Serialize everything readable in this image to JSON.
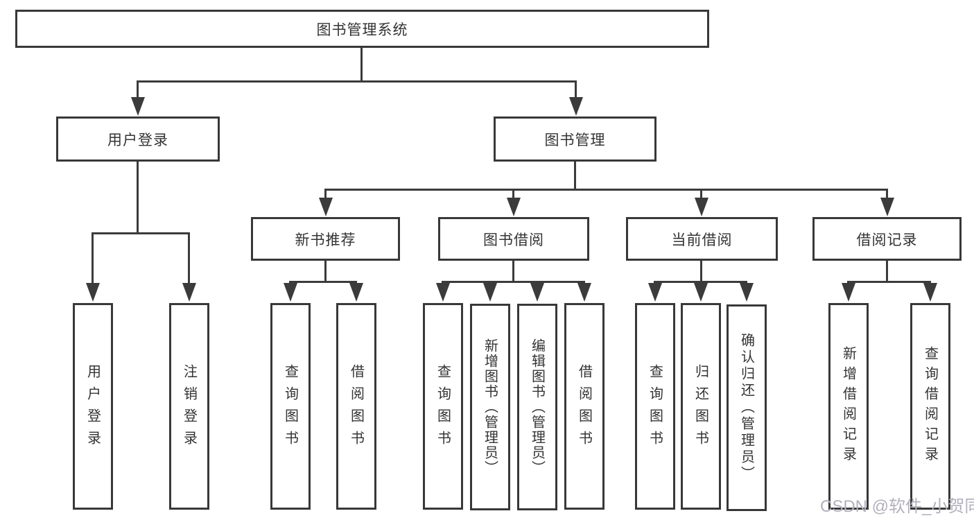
{
  "tree": {
    "root": "图书管理系统",
    "branches": [
      {
        "label": "用户登录",
        "children": [
          {
            "label": "用户登录"
          },
          {
            "label": "注销登录"
          }
        ]
      },
      {
        "label": "图书管理",
        "children": [
          {
            "label": "新书推荐",
            "children": [
              {
                "label": "查询图书"
              },
              {
                "label": "借阅图书"
              }
            ]
          },
          {
            "label": "图书借阅",
            "children": [
              {
                "label": "查询图书"
              },
              {
                "label": "新增图书（管理员）"
              },
              {
                "label": "编辑图书（管理员）"
              },
              {
                "label": "借阅图书"
              }
            ]
          },
          {
            "label": "当前借阅",
            "children": [
              {
                "label": "查询图书"
              },
              {
                "label": "归还图书"
              },
              {
                "label": "确认归还（管理员）"
              }
            ]
          },
          {
            "label": "借阅记录",
            "children": [
              {
                "label": "新增借阅记录"
              },
              {
                "label": "查询借阅记录"
              }
            ]
          }
        ]
      }
    ]
  },
  "watermark": "CSDN @软件_小贺同学",
  "colors": {
    "line": "#3b3b3b",
    "text": "#333333",
    "box_background": "#ffffff",
    "watermark": "#b3afbd"
  }
}
